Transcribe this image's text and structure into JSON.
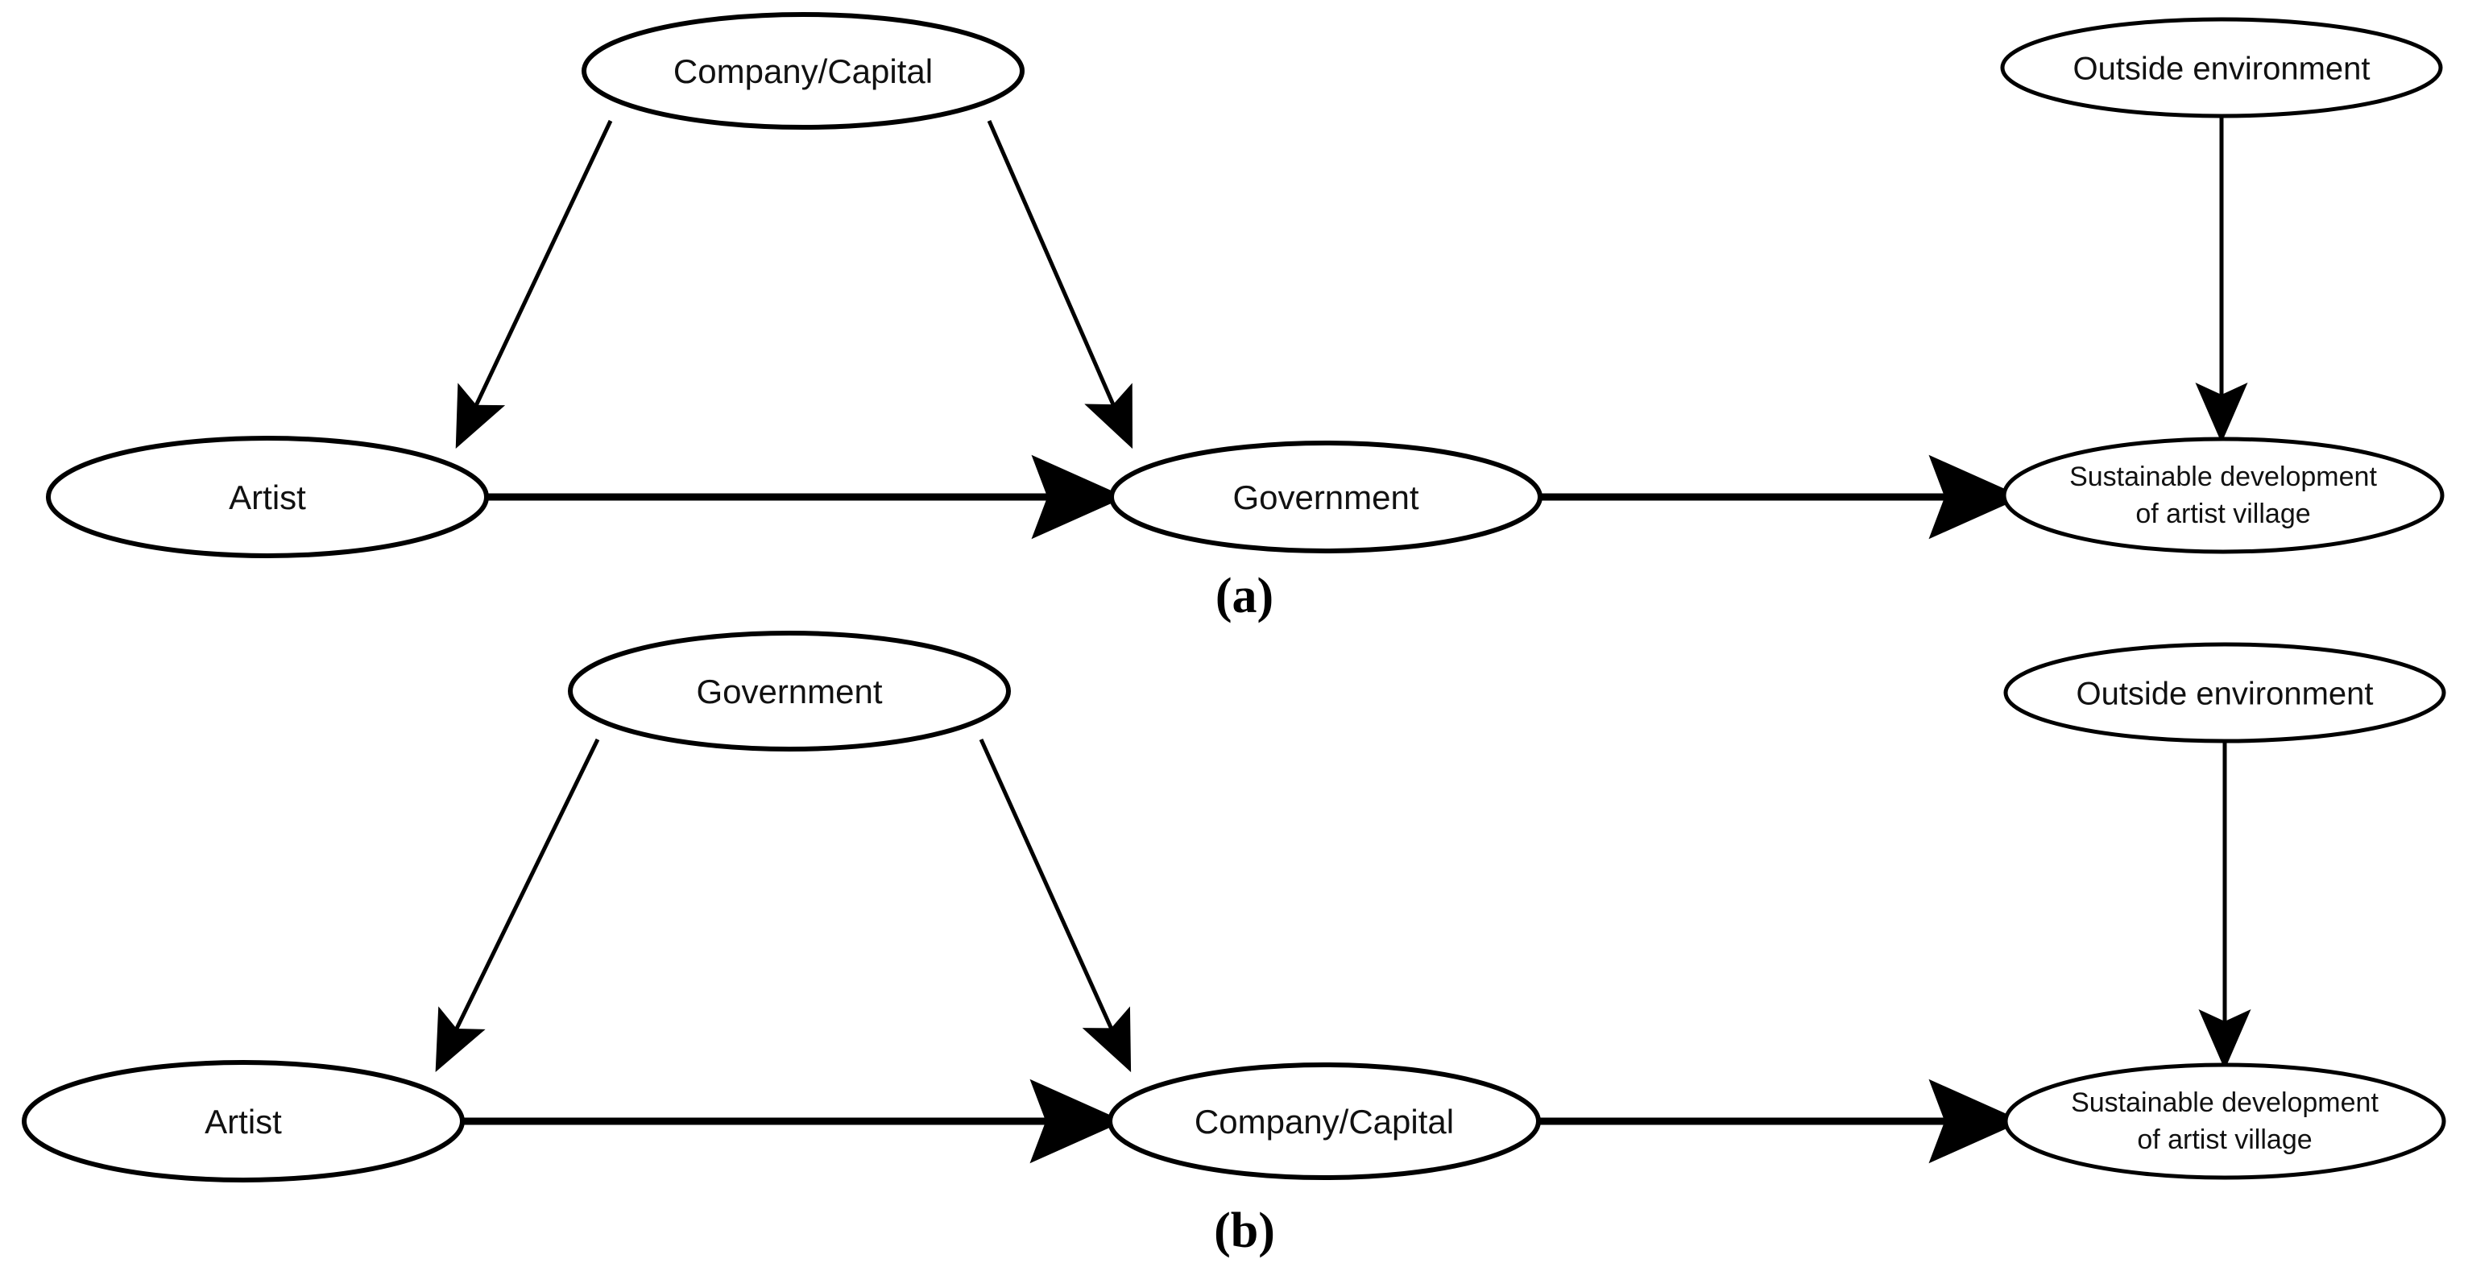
{
  "figure": {
    "type": "flow-diagram",
    "background_color": "#ffffff",
    "stroke_color": "#000000",
    "text_color": "#111111",
    "panels": [
      {
        "id": "a",
        "caption": "(a)",
        "nodes": [
          {
            "id": "a-company",
            "label": "Company/Capital",
            "role": "driver-top"
          },
          {
            "id": "a-artist",
            "label": "Artist",
            "role": "actor-left"
          },
          {
            "id": "a-government",
            "label": "Government",
            "role": "actor-middle"
          },
          {
            "id": "a-outside",
            "label": "Outside environment",
            "role": "external-top-right"
          },
          {
            "id": "a-outcome",
            "label_line1": "Sustainable development",
            "label_line2": "of artist village",
            "role": "outcome"
          }
        ],
        "edges": [
          {
            "from": "Company/Capital",
            "to": "Artist",
            "direction": "down-left"
          },
          {
            "from": "Company/Capital",
            "to": "Government",
            "direction": "down-right"
          },
          {
            "from": "Artist",
            "to": "Government",
            "direction": "right"
          },
          {
            "from": "Government",
            "to": "Sustainable development of artist village",
            "direction": "right"
          },
          {
            "from": "Outside environment",
            "to": "Sustainable development of artist village",
            "direction": "down"
          }
        ]
      },
      {
        "id": "b",
        "caption": "(b)",
        "nodes": [
          {
            "id": "b-government",
            "label": "Government",
            "role": "driver-top"
          },
          {
            "id": "b-artist",
            "label": "Artist",
            "role": "actor-left"
          },
          {
            "id": "b-company",
            "label": "Company/Capital",
            "role": "actor-middle"
          },
          {
            "id": "b-outside",
            "label": "Outside environment",
            "role": "external-top-right"
          },
          {
            "id": "b-outcome",
            "label_line1": "Sustainable development",
            "label_line2": "of artist village",
            "role": "outcome"
          }
        ],
        "edges": [
          {
            "from": "Government",
            "to": "Artist",
            "direction": "down-left"
          },
          {
            "from": "Government",
            "to": "Company/Capital",
            "direction": "down-right"
          },
          {
            "from": "Artist",
            "to": "Company/Capital",
            "direction": "right"
          },
          {
            "from": "Company/Capital",
            "to": "Sustainable development of artist village",
            "direction": "right"
          },
          {
            "from": "Outside environment",
            "to": "Sustainable development of artist village",
            "direction": "down"
          }
        ]
      }
    ]
  },
  "labels": {
    "company_capital": "Company/Capital",
    "government": "Government",
    "artist": "Artist",
    "outside_environment": "Outside environment",
    "outcome_line1": "Sustainable development",
    "outcome_line2": "of artist village",
    "caption_a": "(a)",
    "caption_b": "(b)"
  }
}
